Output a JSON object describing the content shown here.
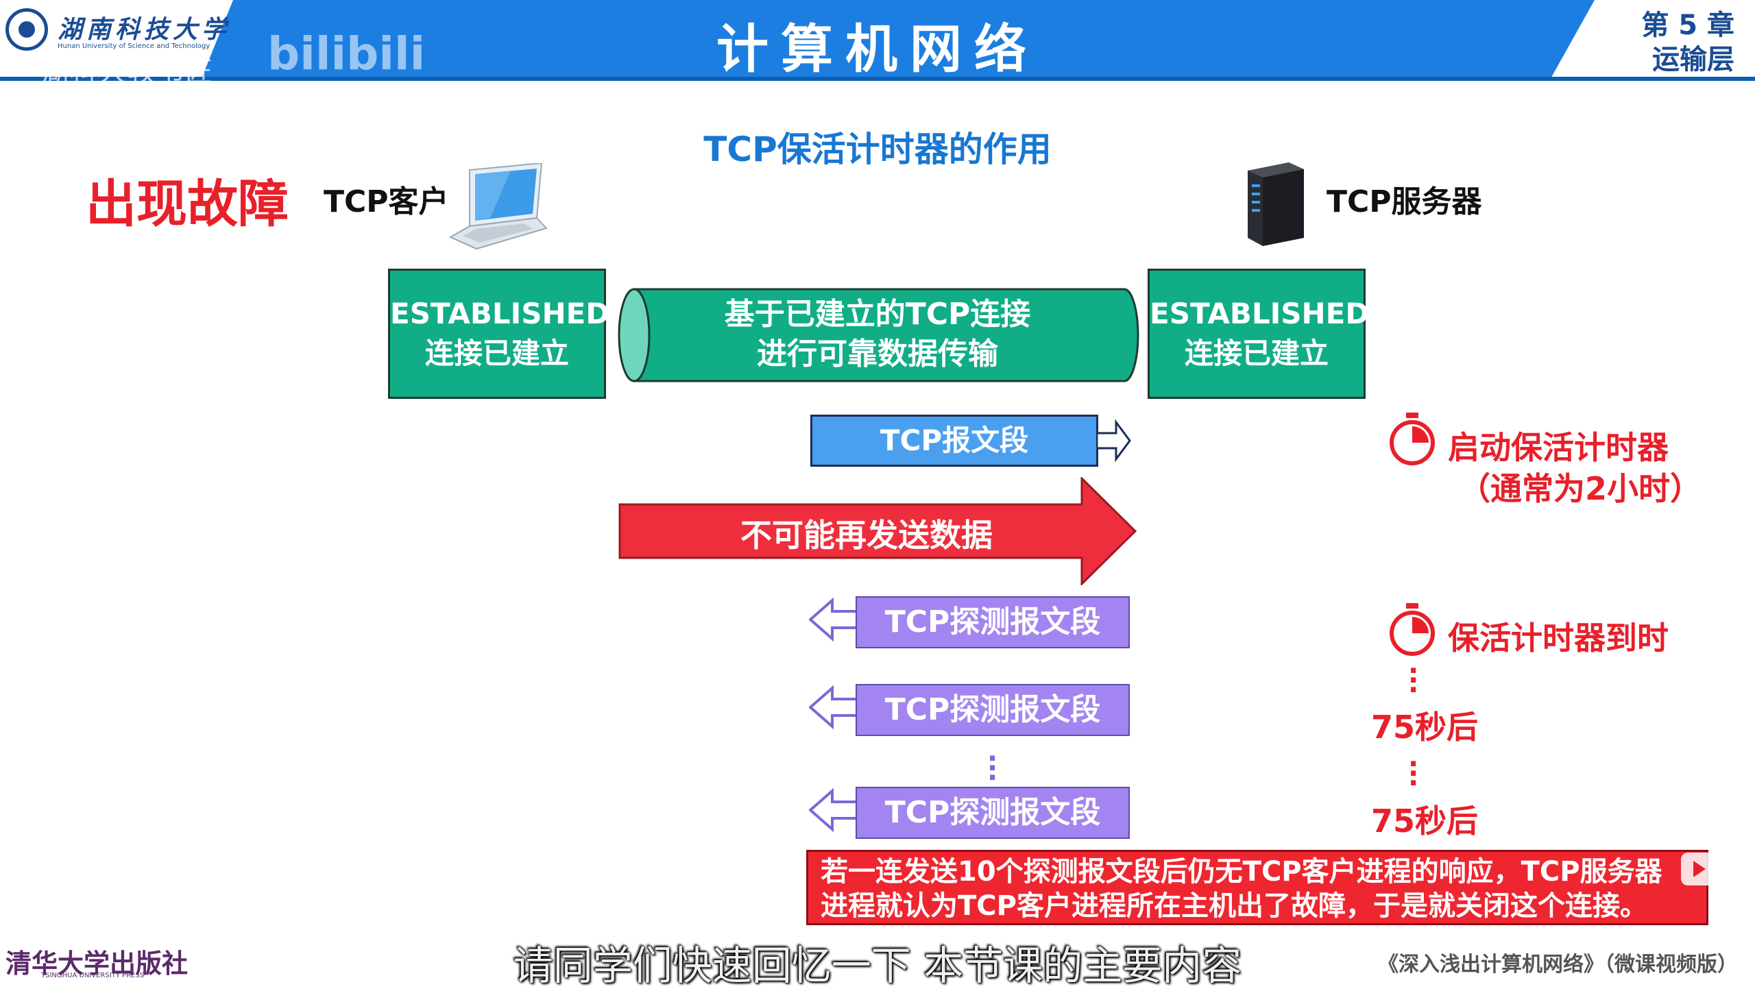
{
  "header": {
    "university_name": "湖南科技大学",
    "university_sub": "Hunan University of Science and Technology",
    "watermark": "湖科大教书匠",
    "bilibili": "bilibili",
    "title": "计算机网络",
    "chapter_line1": "第 5 章",
    "chapter_line2": "运输层"
  },
  "slide": {
    "subtitle": "TCP保活计时器的作用",
    "fault_label": "出现故障",
    "client_label": "TCP客户",
    "server_label": "TCP服务器",
    "client_state": {
      "line1": "ESTABLISHED",
      "line2": "连接已建立"
    },
    "server_state": {
      "line1": "ESTABLISHED",
      "line2": "连接已建立"
    },
    "pipe": {
      "line1": "基于已建立的TCP连接",
      "line2": "进行可靠数据传输"
    },
    "segment_label": "TCP报文段",
    "red_arrow_label": "不可能再发送数据",
    "probes": [
      "TCP探测报文段",
      "TCP探测报文段",
      "TCP探测报文段"
    ],
    "timer_start_line1": "启动保活计时器",
    "timer_start_line2": "（通常为2小时）",
    "timer_expire": "保活计时器到时",
    "after_75s": [
      "75秒后",
      "75秒后"
    ],
    "summary_line1": "若一连发送10个探测报文段后仍无TCP客户进程的响应，TCP服务器",
    "summary_line2": "进程就认为TCP客户进程所在主机出了故障，于是就关闭这个连接。"
  },
  "footer": {
    "caption": "请同学们快速回忆一下 本节课的主要内容",
    "publisher": "清华大学出版社",
    "publisher_sub": "TSINGHUA UNIVERSITY PRESS",
    "book": "《深入浅出计算机网络》（微课视频版）"
  },
  "colors": {
    "header_blue": "#1c7ee0",
    "state_green": "#10ad86",
    "segment_blue": "#4aa0ee",
    "alert_red": "#ee2630",
    "probe_purple": "#a285f0"
  }
}
